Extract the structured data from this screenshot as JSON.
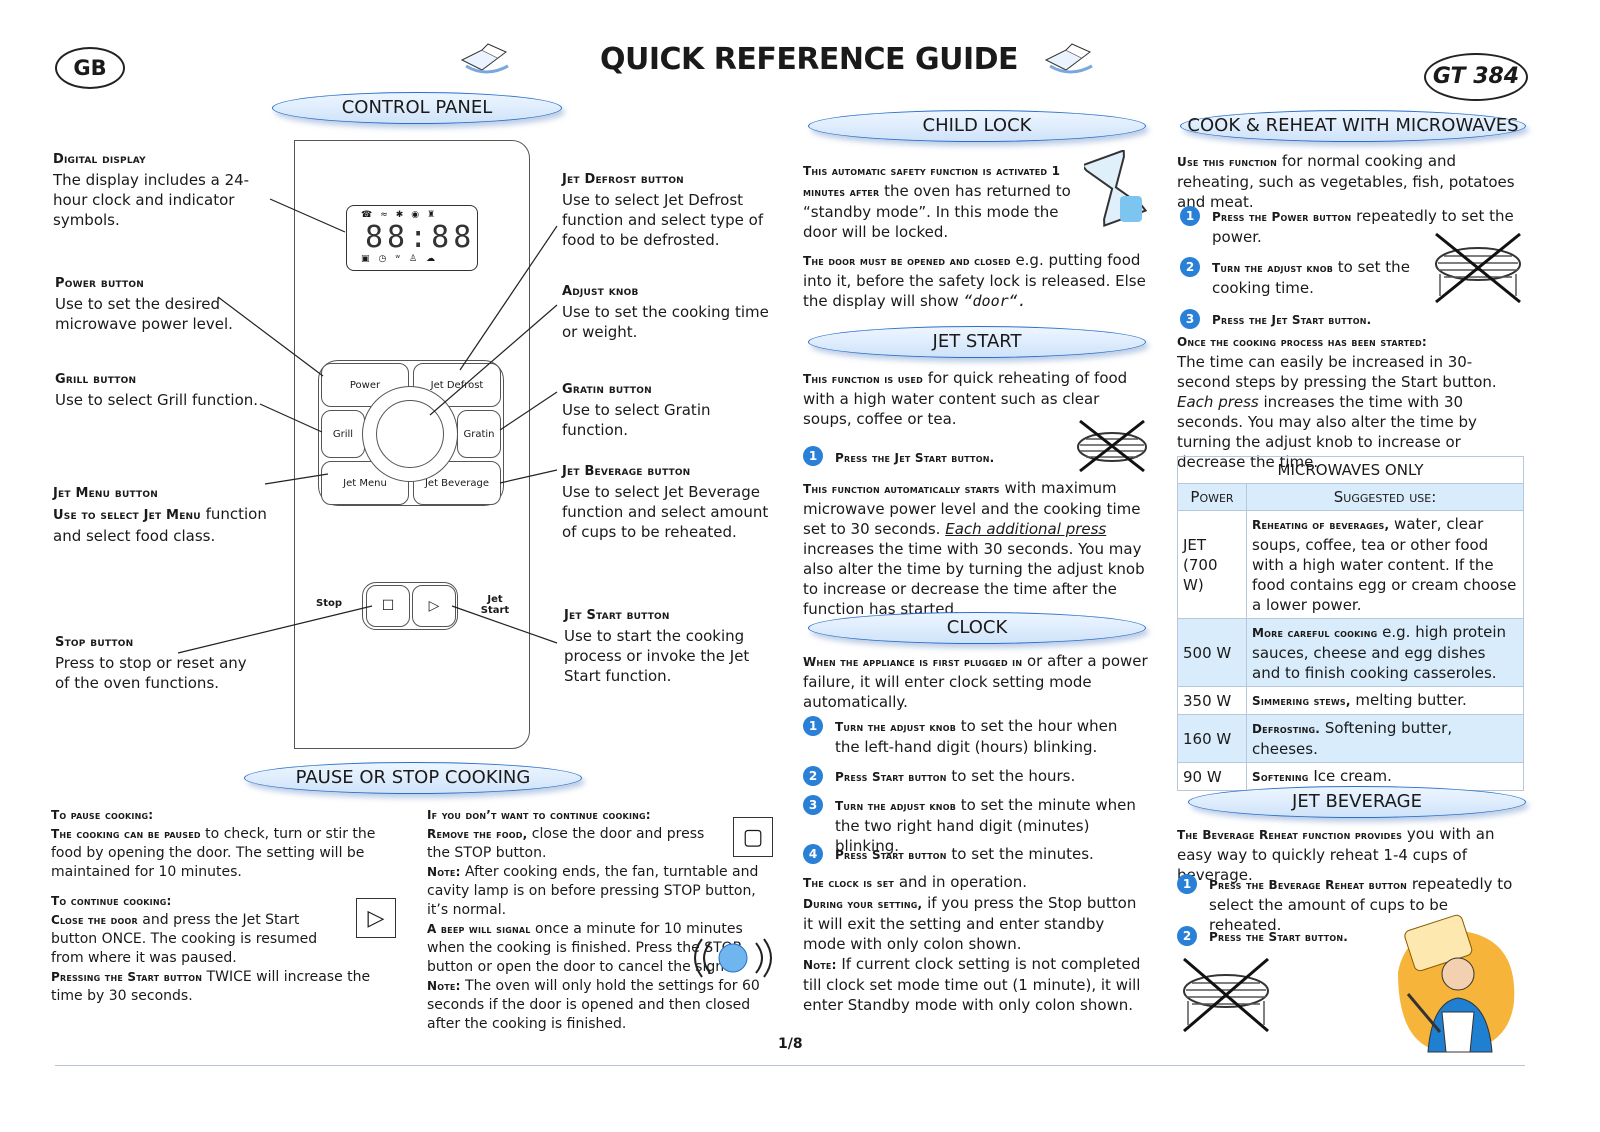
{
  "header": {
    "lang": "GB",
    "title": "QUICK REFERENCE GUIDE",
    "model": "GT 384",
    "page": "1/8"
  },
  "sections": {
    "control_panel": "CONTROL PANEL",
    "pause": "PAUSE OR STOP COOKING",
    "child_lock": "CHILD LOCK",
    "jet_start": "JET START",
    "clock": "CLOCK",
    "cook": "COOK & REHEAT WITH MICROWAVES",
    "jet_beverage": "JET BEVERAGE"
  },
  "panel": {
    "display_digits": "88:88",
    "buttons": {
      "power": "Power",
      "jet_defrost": "Jet Defrost",
      "grill": "Grill",
      "gratin": "Gratin",
      "jet_menu": "Jet Menu",
      "jet_beverage": "Jet Beverage",
      "stop": "Stop",
      "jet_start": "Jet Start"
    }
  },
  "callouts_left": [
    {
      "title": "Digital display",
      "text": "The display includes a 24-hour clock and indicator symbols."
    },
    {
      "title": "Power button",
      "text": "Use to set the desired microwave power level."
    },
    {
      "title": "Grill button",
      "text": "Use to select Grill function."
    },
    {
      "title": "Jet Menu button",
      "lead": "Use to select Jet Menu",
      "text": " function and select food class."
    },
    {
      "title": "Stop button",
      "text": "Press to stop or reset any of the oven functions."
    }
  ],
  "callouts_right": [
    {
      "title": "Jet Defrost button",
      "text": "Use to select Jet Defrost function and select type of food to be defrosted."
    },
    {
      "title": "Adjust knob",
      "text": "Use to set the cooking time or weight."
    },
    {
      "title": "Gratin button",
      "text": "Use to select Gratin function."
    },
    {
      "title": "Jet Beverage button",
      "text": "Use to select Jet Beverage function and select amount of cups to be reheated."
    },
    {
      "title": "Jet Start button",
      "text": "Use to start the cooking process or invoke the Jet Start function."
    }
  ],
  "pause": {
    "pause_title": "To pause cooking:",
    "pause_lead": "The cooking can be paused",
    "pause_text": " to check, turn or stir the food by opening the door. The setting will be maintained for 10 minutes.",
    "continue_title": "To continue cooking:",
    "continue_lead": "Close the door",
    "continue_text": " and press the Jet Start button ONCE. The cooking is resumed from where it was paused.",
    "twice_lead": "Pressing the Start button",
    "twice_text": " TWICE will increase the time by 30 seconds.",
    "stop_title": "If you don’t want to continue cooking:",
    "remove_lead": "Remove the food,",
    "remove_text": " close the door and press the STOP button.",
    "note1_lead": "Note:",
    "note1_text": " After cooking ends, the fan, turntable and cavity lamp is on before pressing STOP button, it’s normal.",
    "beep_lead": "A beep will signal",
    "beep_text": " once a minute for 10 minutes when the cooking is finished. Press the STOP button or open the door to cancel the signal.",
    "note2_lead": "Note:",
    "note2_text": " The oven will only hold the settings for 60 seconds if the door is opened and then closed after the cooking is finished."
  },
  "child_lock": {
    "p1_lead": "This automatic safety function is activated 1 minutes after",
    "p1_text": " the oven has returned to “standby mode”.  In this mode the door will be locked.",
    "p2_lead": "The door must be opened and closed",
    "p2_text": " e.g. putting food into it, before the safety lock is released. Else the display will show ",
    "p2_code": "“door“."
  },
  "jet_start": {
    "p1_lead": "This function is used",
    "p1_text": " for quick reheating of food with a high water content such as clear soups, coffee or tea.",
    "step1": "Press the Jet Start button.",
    "p2_lead": "This function automatically starts",
    "p2_text1": " with maximum microwave power level and the cooking time set to 30 seconds. ",
    "p2_em": "Each additional press",
    "p2_text2": " increases the time with 30 seconds. You may also alter the time by turning the adjust knob to increase or decrease the time after the function has started."
  },
  "clock": {
    "p1_lead": "When the appliance is first plugged in",
    "p1_text": " or after a power failure, it will enter clock setting mode automatically.",
    "steps": [
      {
        "n": "1",
        "lead": "Turn the adjust knob",
        "text": " to set the hour when the left-hand digit (hours) blinking."
      },
      {
        "n": "2",
        "lead": "Press Start button",
        "text": " to set the hours."
      },
      {
        "n": "3",
        "lead": "Turn the adjust knob",
        "text": " to set the minute when the two right hand digit (minutes) blinking."
      },
      {
        "n": "4",
        "lead": "Press Start button",
        "text": " to set the minutes."
      }
    ],
    "p2_lead": "The clock is set",
    "p2_text": " and in operation.",
    "p3_lead": "During your setting,",
    "p3_text": " if you press the Stop button it will exit the  setting and enter standby mode with only colon shown.",
    "p4_lead": "Note:",
    "p4_text": " If current clock setting is not completed till clock set mode time out (1 minute), it will enter Standby mode with only colon shown."
  },
  "cook": {
    "p1_lead": "Use this function",
    "p1_text": " for normal cooking and reheating, such as vegetables, fish, potatoes and meat.",
    "steps": [
      {
        "n": "1",
        "lead": "Press the Power button",
        "text": " repeatedly to set the power."
      },
      {
        "n": "2",
        "lead": "Turn the adjust knob",
        "text": " to set the cooking time."
      },
      {
        "n": "3",
        "lead": "Press the Jet Start button.",
        "text": ""
      }
    ],
    "p2_lead": "Once the cooking process has been started:",
    "p2_text1": "The time can easily be increased in 30-second steps by pressing the Start button. ",
    "p2_em": "Each press",
    "p2_text2": " increases the time with 30 seconds. You may also alter the time by turning the adjust knob to increase or decrease the time."
  },
  "table": {
    "title": "MICROWAVES ONLY",
    "col1": "Power",
    "col2": "Suggested use:",
    "rows": [
      {
        "power": "JET (700 W)",
        "lead": "Reheating of beverages,",
        "text": " water, clear soups, coffee, tea or other food with a high water content. If the food contains egg or cream choose a lower power."
      },
      {
        "power": "500 W",
        "lead": "More careful cooking",
        "text": " e.g. high protein sauces, cheese and egg dishes and to finish cooking casseroles."
      },
      {
        "power": "350 W",
        "lead": "Simmering stews,",
        "text": " melting butter."
      },
      {
        "power": "160 W",
        "lead": "Defrosting.",
        "text": " Softening butter, cheeses."
      },
      {
        "power": "90 W",
        "lead": "Softening",
        "text": " Ice cream."
      }
    ]
  },
  "jet_beverage": {
    "p1_lead": "The Beverage Reheat function provides",
    "p1_text": " you with an easy way to quickly reheat 1-4 cups of beverage.",
    "steps": [
      {
        "n": "1",
        "lead": "Press the Beverage Reheat button",
        "text": " repeatedly to select the amount of cups to be reheated."
      },
      {
        "n": "2",
        "lead": "Press the Start button.",
        "text": ""
      }
    ]
  }
}
